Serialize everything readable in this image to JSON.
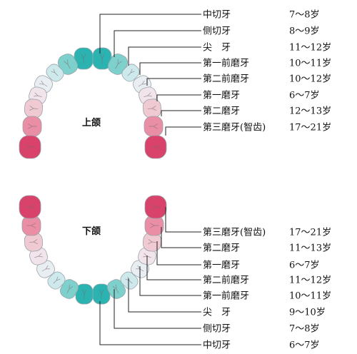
{
  "colors": {
    "incisor_central": "#2AB3B1",
    "incisor_lateral": "#7DD0CB",
    "canine": "#CDE9EC",
    "premolar_first": "#E8EEF2",
    "premolar_second": "#F1E4EA",
    "molar_first": "#F0CAD2",
    "molar_second": "#E98EA5",
    "molar_third": "#D9426A",
    "leader_line": "#222222"
  },
  "upper": {
    "jaw_label": "上颌",
    "teeth": [
      {
        "type": "中切牙",
        "age": "7～8岁"
      },
      {
        "type": "侧切牙",
        "age": "8～9岁"
      },
      {
        "type": "尖　牙",
        "age": "11～12岁"
      },
      {
        "type": "第一前磨牙",
        "age": "10～11岁"
      },
      {
        "type": "第二前磨牙",
        "age": "10～12岁"
      },
      {
        "type": "第一磨牙",
        "age": "6～7岁"
      },
      {
        "type": "第二磨牙",
        "age": "12～13岁"
      },
      {
        "type": "第三磨牙(智齿)",
        "age": "17～21岁"
      }
    ]
  },
  "lower": {
    "jaw_label": "下颌",
    "teeth": [
      {
        "type": "第三磨牙(智齿)",
        "age": "17～21岁"
      },
      {
        "type": "第二磨牙",
        "age": "11～13岁"
      },
      {
        "type": "第一磨牙",
        "age": "6～7岁"
      },
      {
        "type": "第二前磨牙",
        "age": "11～12岁"
      },
      {
        "type": "第一前磨牙",
        "age": "10～11岁"
      },
      {
        "type": "尖　牙",
        "age": "9～10岁"
      },
      {
        "type": "侧切牙",
        "age": "7～8岁"
      },
      {
        "type": "中切牙",
        "age": "6～7岁"
      }
    ]
  }
}
